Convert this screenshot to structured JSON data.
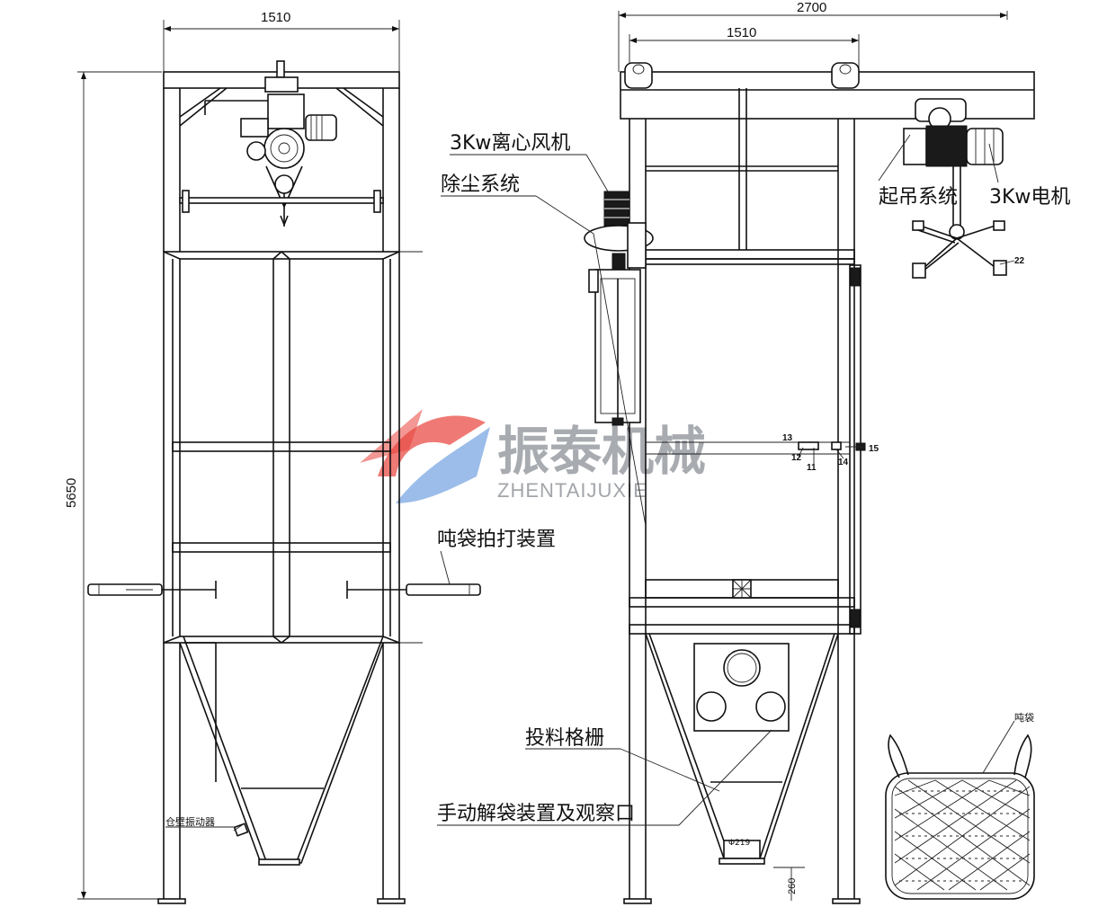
{
  "dimensions": {
    "left_width": "1510",
    "right_total_width": "2700",
    "right_frame_width": "1510",
    "total_height": "5650",
    "outlet_height": "260"
  },
  "labels": {
    "fan": "3Kw离心风机",
    "dust_removal": "除尘系统",
    "hoist_system": "起吊系统",
    "motor": "3Kw电机",
    "bag_beating": "吨袋拍打装置",
    "feeding_grid": "投料格栅",
    "manual_unpacking": "手动解袋装置及观察口",
    "wall_vibrator": "仓壁振动器",
    "ton_bag": "吨袋",
    "outlet_diameter": "Φ219"
  },
  "part_numbers": [
    "11",
    "12",
    "13",
    "14",
    "15",
    "22"
  ],
  "watermark": {
    "brand_cn": "振泰机械",
    "brand_en": "ZHENTAIJUXIE"
  },
  "colors": {
    "line": "#111111",
    "watermark_gray": "#8b8f96",
    "logo_red": "#e8413a",
    "logo_blue": "#3a7bd5"
  }
}
